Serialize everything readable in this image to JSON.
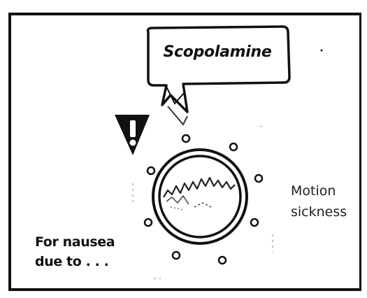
{
  "callout": {
    "label": "Scopolamine"
  },
  "side_label": {
    "line1": "Motion",
    "line2": "sickness"
  },
  "caption": {
    "line1": "For nausea",
    "line2": "due to . . ."
  },
  "icons": {
    "warning": "warning-triangle-icon",
    "patch": "ear-patch-dial-icon"
  },
  "colors": {
    "ink": "#111111",
    "paper": "#ffffff"
  }
}
